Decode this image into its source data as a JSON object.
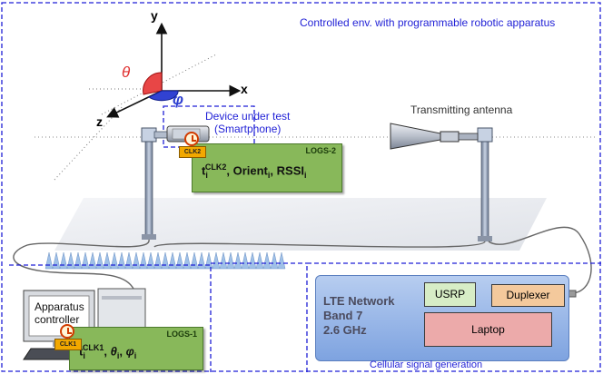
{
  "env_label": "Controlled env. with programmable robotic apparatus",
  "axes": {
    "x": "x",
    "y": "y",
    "z": "z",
    "theta": "θ",
    "phi": "φ"
  },
  "dut": {
    "label_line1": "Device under test",
    "label_line2": "(Smartphone)"
  },
  "clocks": {
    "clk2": "CLK2",
    "clk1": "CLK1"
  },
  "logs2": {
    "tag": "LOGS-2",
    "t": "t",
    "i1": "i",
    "clk_sup": "CLK2",
    "orient": ", Orient",
    "i2": "i",
    "rssi": ", RSSI",
    "i3": "i"
  },
  "logs1": {
    "tag": "LOGS-1",
    "t": "t",
    "i1": "i",
    "clk_sup": "CLK1",
    "comma1": ", ",
    "theta": "θ",
    "i2": "i",
    "comma2": ", ",
    "phi": "φ",
    "i3": "i"
  },
  "tx_antenna_label": "Transmitting antenna",
  "apparatus": {
    "line1": "Apparatus",
    "line2": "controller"
  },
  "lte": {
    "line1": "LTE Network",
    "line2": "Band 7",
    "line3": "2.6 GHz"
  },
  "usrp": "USRP",
  "duplexer": "Duplexer",
  "laptop": "Laptop",
  "cellular_label": "Cellular signal generation",
  "colors": {
    "dashed_border": "#1f1fd6",
    "logs_green": "#88b85a",
    "clk_orange": "#f2a800",
    "lte_blue": "#7ea3e0",
    "usrp_green": "#d7edc6",
    "duplexer_orange": "#f4c99c",
    "laptop_pink": "#ecaaaa",
    "theta_red": "#e03030",
    "phi_blue": "#2d3fd0"
  }
}
